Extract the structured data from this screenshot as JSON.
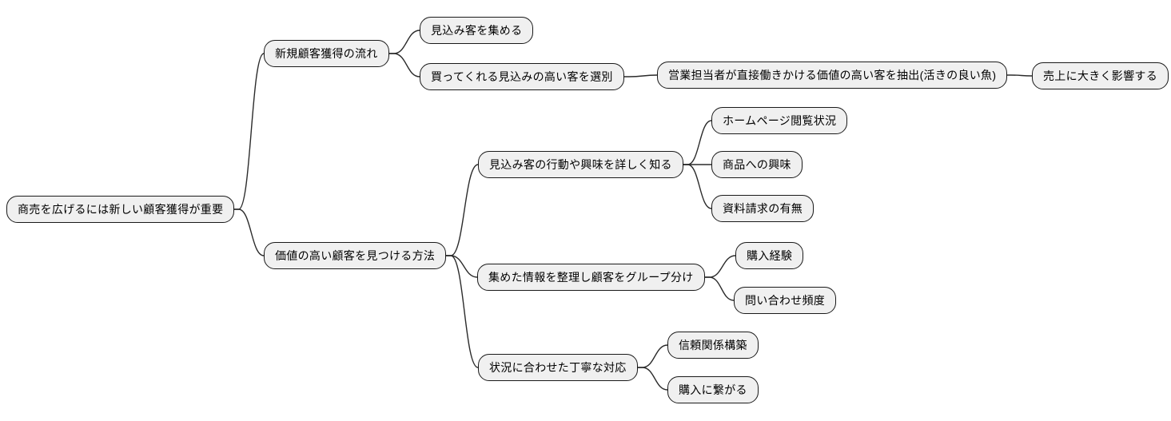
{
  "diagram": {
    "type": "mindmap",
    "direction": "left-to-right"
  },
  "colors": {
    "background": "#ffffff",
    "node_fill": "#f0f0f0",
    "node_border": "#1a1a1a",
    "edge": "#2b2b2b",
    "text": "#000000"
  },
  "nodes": {
    "root": {
      "label": "商売を広げるには新しい顧客獲得が重要"
    },
    "flow": {
      "label": "新規顧客獲得の流れ"
    },
    "gather": {
      "label": "見込み客を集める"
    },
    "select": {
      "label": "買ってくれる見込みの高い客を選別"
    },
    "extract": {
      "label": "営業担当者が直接働きかける価値の高い客を抽出(活きの良い魚)"
    },
    "sales_impact": {
      "label": "売上に大きく影響する"
    },
    "method": {
      "label": "価値の高い顧客を見つける方法"
    },
    "know_behavior": {
      "label": "見込み客の行動や興味を詳しく知る"
    },
    "web_views": {
      "label": "ホームページ閲覧状況"
    },
    "product_interest": {
      "label": "商品への興味"
    },
    "doc_request": {
      "label": "資料請求の有無"
    },
    "grouping": {
      "label": "集めた情報を整理し顧客をグループ分け"
    },
    "purchase_exp": {
      "label": "購入経験"
    },
    "inquiry_freq": {
      "label": "問い合わせ頻度"
    },
    "polite_response": {
      "label": "状況に合わせた丁寧な対応"
    },
    "trust": {
      "label": "信頼関係構築"
    },
    "lead_purchase": {
      "label": "購入に繋がる"
    }
  },
  "edges": [
    [
      "root",
      "flow"
    ],
    [
      "root",
      "method"
    ],
    [
      "flow",
      "gather"
    ],
    [
      "flow",
      "select"
    ],
    [
      "select",
      "extract"
    ],
    [
      "extract",
      "sales_impact"
    ],
    [
      "method",
      "know_behavior"
    ],
    [
      "method",
      "grouping"
    ],
    [
      "method",
      "polite_response"
    ],
    [
      "know_behavior",
      "web_views"
    ],
    [
      "know_behavior",
      "product_interest"
    ],
    [
      "know_behavior",
      "doc_request"
    ],
    [
      "grouping",
      "purchase_exp"
    ],
    [
      "grouping",
      "inquiry_freq"
    ],
    [
      "polite_response",
      "trust"
    ],
    [
      "polite_response",
      "lead_purchase"
    ]
  ]
}
